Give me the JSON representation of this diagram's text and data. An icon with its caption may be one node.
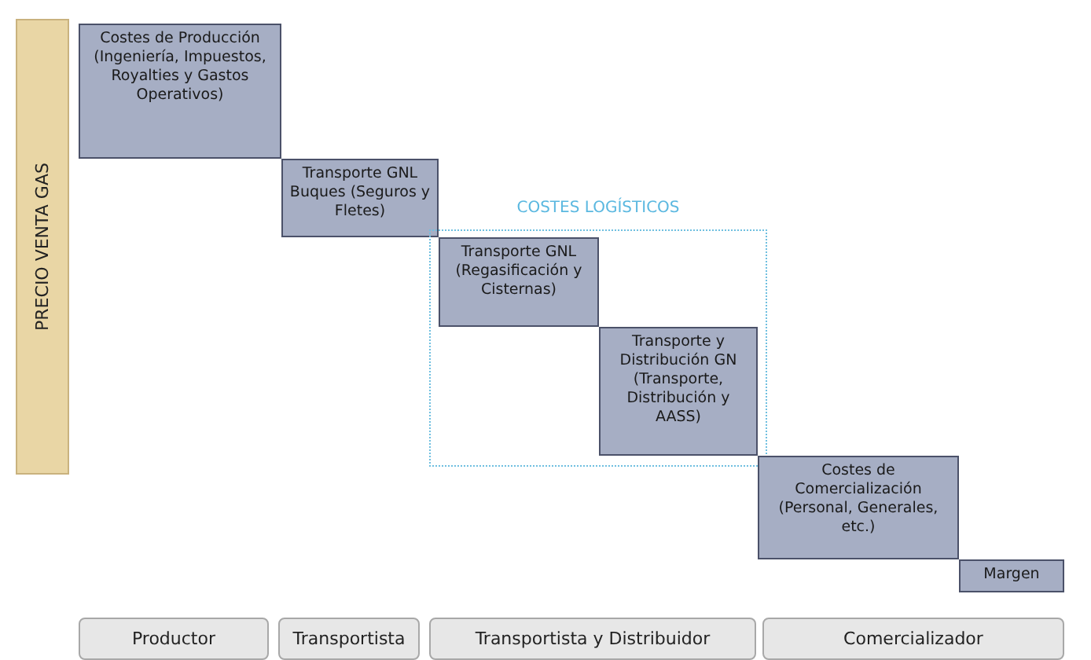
{
  "diagram": {
    "nodes": [
      {
        "text": [
          "PRECIO VENTA GAS"
        ]
      },
      {
        "text": [
          "Costes de Producción (Ingeniería, Impuestos, Royalties y Gastos Operativos)"
        ]
      },
      {
        "text": [
          "Transporte GNL Buques (Seguros y Fletes)"
        ]
      },
      {
        "text": [
          "COSTES LOGÍSTICOS"
        ]
      },
      {
        "text": [
          "Transporte GNL (Regasificación y Cisternas)"
        ],
        "in": 3
      },
      {
        "text": [
          "Transporte y Distribución GN (Transporte, Distribución y AASS)"
        ],
        "in": 3
      },
      {
        "text": [
          "Costes de Comercialización (Personal, Generales, etc.)"
        ]
      },
      {
        "text": [
          "Margen"
        ]
      },
      {
        "text": [
          "Productor"
        ]
      },
      {
        "text": [
          "Transportista"
        ]
      },
      {
        "text": [
          "Transportista y Distribuidor"
        ]
      },
      {
        "text": [
          "Comercializador"
        ]
      }
    ]
  }
}
